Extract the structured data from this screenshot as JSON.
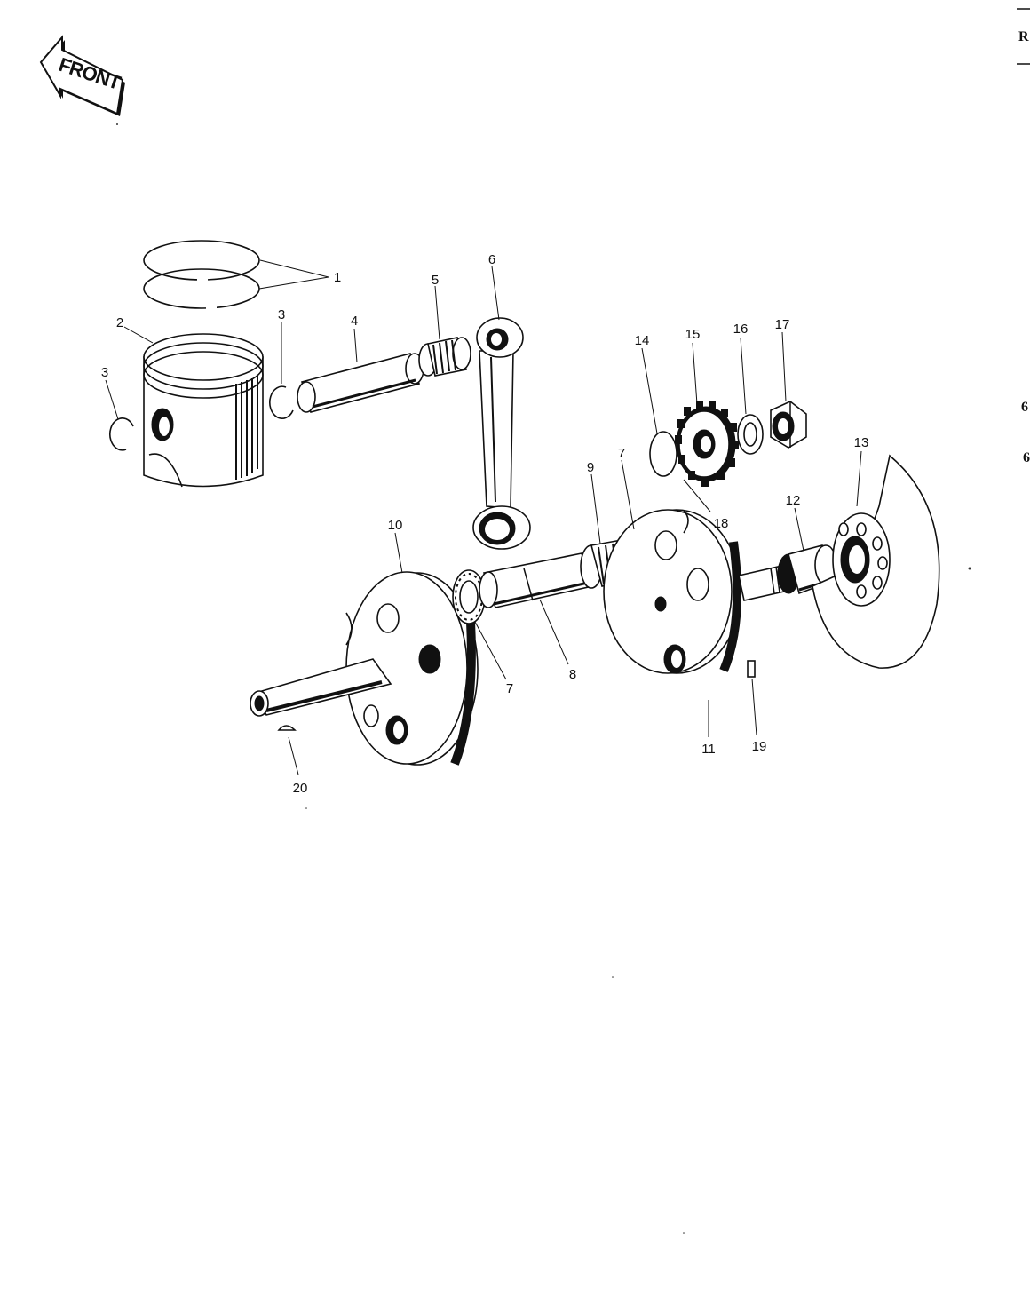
{
  "front_label": "FRONT",
  "edge_marks": {
    "top_letter": "R",
    "mark_a": "6",
    "mark_b": "6"
  },
  "callouts": {
    "c1": "1",
    "c2": "2",
    "c3a": "3",
    "c3b": "3",
    "c4": "4",
    "c5": "5",
    "c6": "6",
    "c7a": "7",
    "c7b": "7",
    "c8": "8",
    "c9": "9",
    "c10": "10",
    "c11": "11",
    "c12": "12",
    "c13": "13",
    "c14": "14",
    "c15": "15",
    "c16": "16",
    "c17": "17",
    "c18": "18",
    "c19": "19",
    "c20": "20"
  }
}
